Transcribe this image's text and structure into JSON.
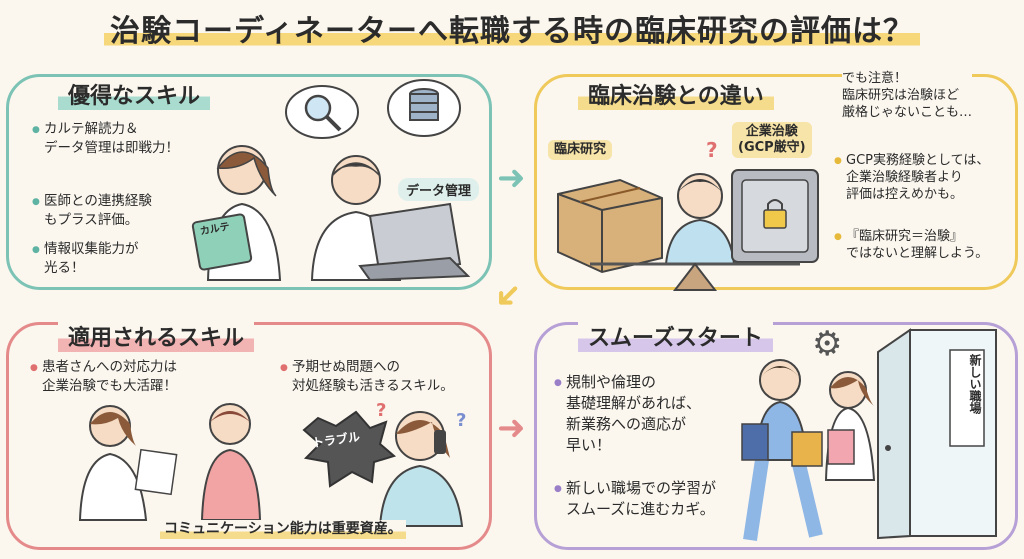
{
  "title": "治験コーディネーターへ転職する時の臨床研究の評価は？",
  "panel1": {
    "title": "優得なスキル",
    "bullets": [
      "カルテ解読力＆\nデータ管理は即戦力！",
      "医師との連携経験\nもプラス評価。",
      "情報収集能力が\n光る！"
    ],
    "book_label": "カルテ",
    "data_label": "データ管理"
  },
  "panel2": {
    "title": "臨床治験との違い",
    "label_left": "臨床研究",
    "label_right": "企業治験\n(GCP厳守)",
    "note": "でも注意！\n臨床研究は治験ほど\n厳格じゃないことも…",
    "bullets": [
      "GCP実務経験としては、\n企業治験経験者より\n評価は控えめかも。",
      "『臨床研究＝治験』\nではないと理解しよう。"
    ]
  },
  "panel3": {
    "title": "適用されるスキル",
    "bullets": [
      "患者さんへの対応力は\n企業治験でも大活躍！",
      "予期せぬ問題への\n対処経験も活きるスキル。"
    ],
    "trouble_label": "トラブル",
    "footer": "コミュニケーション能力は重要資産。"
  },
  "panel4": {
    "title": "スムーズスタート",
    "bullets": [
      "規制や倫理の\n基礎理解があれば、\n新業務への適応が\n早い！",
      "新しい職場での学習が\nスムーズに進むカギ。"
    ],
    "door_sign": "新しい職場"
  },
  "colors": {
    "teal": "#7cc3b5",
    "yellow": "#efc95a",
    "red": "#e58a8a",
    "purple": "#b6a0d6"
  }
}
